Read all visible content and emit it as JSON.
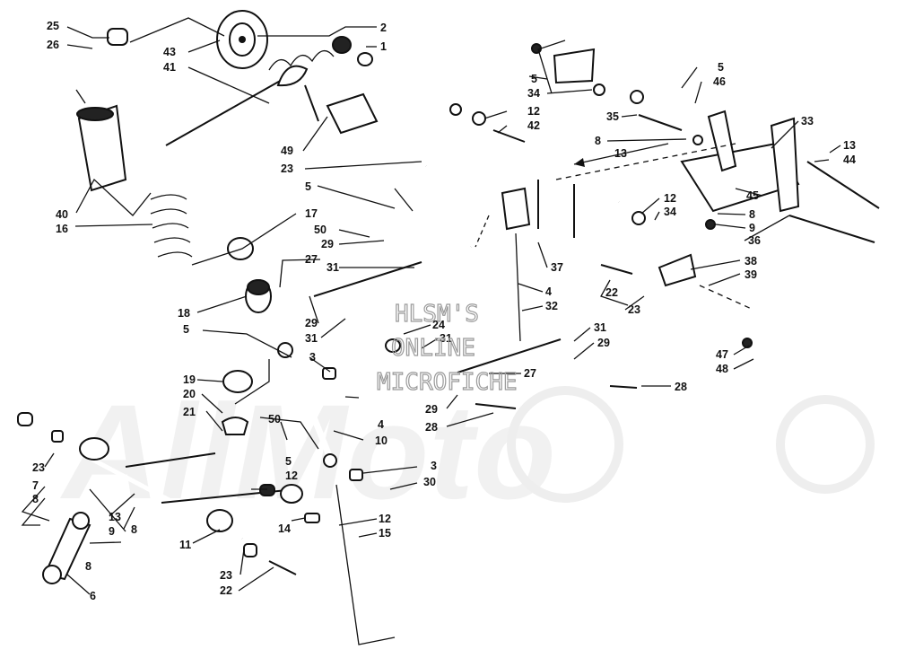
{
  "watermark": {
    "lines": [
      "HLSM'S",
      "ONLINE",
      "MICROFICHE"
    ],
    "logo_text": "AllMoto"
  },
  "callouts": [
    {
      "id": "c25a",
      "text": "25"
    },
    {
      "id": "c26a",
      "text": "26"
    },
    {
      "id": "c43",
      "text": "43"
    },
    {
      "id": "c41",
      "text": "41"
    },
    {
      "id": "c2",
      "text": "2"
    },
    {
      "id": "c1",
      "text": "1"
    },
    {
      "id": "c40",
      "text": "40"
    },
    {
      "id": "c16",
      "text": "16"
    },
    {
      "id": "c49",
      "text": "49"
    },
    {
      "id": "c23a",
      "text": "23"
    },
    {
      "id": "c5a",
      "text": "5"
    },
    {
      "id": "c17",
      "text": "17"
    },
    {
      "id": "c50a",
      "text": "50"
    },
    {
      "id": "c29a",
      "text": "29"
    },
    {
      "id": "c27a",
      "text": "27"
    },
    {
      "id": "c31a",
      "text": "31"
    },
    {
      "id": "c18",
      "text": "18"
    },
    {
      "id": "c5b",
      "text": "5"
    },
    {
      "id": "c29b",
      "text": "29"
    },
    {
      "id": "c31b",
      "text": "31"
    },
    {
      "id": "c3a",
      "text": "3"
    },
    {
      "id": "c19",
      "text": "19"
    },
    {
      "id": "c20",
      "text": "20"
    },
    {
      "id": "c21",
      "text": "21"
    },
    {
      "id": "c4a",
      "text": "4"
    },
    {
      "id": "c50b",
      "text": "50"
    },
    {
      "id": "c10",
      "text": "10"
    },
    {
      "id": "c3b",
      "text": "3"
    },
    {
      "id": "c30",
      "text": "30"
    },
    {
      "id": "c23b",
      "text": "23"
    },
    {
      "id": "c7",
      "text": "7"
    },
    {
      "id": "c8a",
      "text": "8"
    },
    {
      "id": "c13a",
      "text": "13"
    },
    {
      "id": "c8b",
      "text": "8"
    },
    {
      "id": "c9a",
      "text": "9"
    },
    {
      "id": "c8c",
      "text": "8"
    },
    {
      "id": "c5c",
      "text": "5"
    },
    {
      "id": "c12a",
      "text": "12"
    },
    {
      "id": "c14",
      "text": "14"
    },
    {
      "id": "c12b",
      "text": "12"
    },
    {
      "id": "c15",
      "text": "15"
    },
    {
      "id": "c11",
      "text": "11"
    },
    {
      "id": "c23c",
      "text": "23"
    },
    {
      "id": "c22a",
      "text": "22"
    },
    {
      "id": "c6",
      "text": "6"
    },
    {
      "id": "c5d",
      "text": "5"
    },
    {
      "id": "c34a",
      "text": "34"
    },
    {
      "id": "c12c",
      "text": "12"
    },
    {
      "id": "c42",
      "text": "42"
    },
    {
      "id": "c5e",
      "text": "5"
    },
    {
      "id": "c46",
      "text": "46"
    },
    {
      "id": "c35",
      "text": "35"
    },
    {
      "id": "c8d",
      "text": "8"
    },
    {
      "id": "c33",
      "text": "33"
    },
    {
      "id": "c13b",
      "text": "13"
    },
    {
      "id": "c13c",
      "text": "13"
    },
    {
      "id": "c44",
      "text": "44"
    },
    {
      "id": "c45",
      "text": "45"
    },
    {
      "id": "c12d",
      "text": "12"
    },
    {
      "id": "c34b",
      "text": "34"
    },
    {
      "id": "c8e",
      "text": "8"
    },
    {
      "id": "c9b",
      "text": "9"
    },
    {
      "id": "c36",
      "text": "36"
    },
    {
      "id": "c37",
      "text": "37"
    },
    {
      "id": "c38",
      "text": "38"
    },
    {
      "id": "c39",
      "text": "39"
    },
    {
      "id": "c4b",
      "text": "4"
    },
    {
      "id": "c32",
      "text": "32"
    },
    {
      "id": "c22b",
      "text": "22"
    },
    {
      "id": "c23d",
      "text": "23"
    },
    {
      "id": "c24",
      "text": "24"
    },
    {
      "id": "c31c",
      "text": "31"
    },
    {
      "id": "c31d",
      "text": "31"
    },
    {
      "id": "c29c",
      "text": "29"
    },
    {
      "id": "c27b",
      "text": "27"
    },
    {
      "id": "c29d",
      "text": "29"
    },
    {
      "id": "c28a",
      "text": "28"
    },
    {
      "id": "c28b",
      "text": "28"
    },
    {
      "id": "c47",
      "text": "47"
    },
    {
      "id": "c48",
      "text": "48"
    }
  ]
}
